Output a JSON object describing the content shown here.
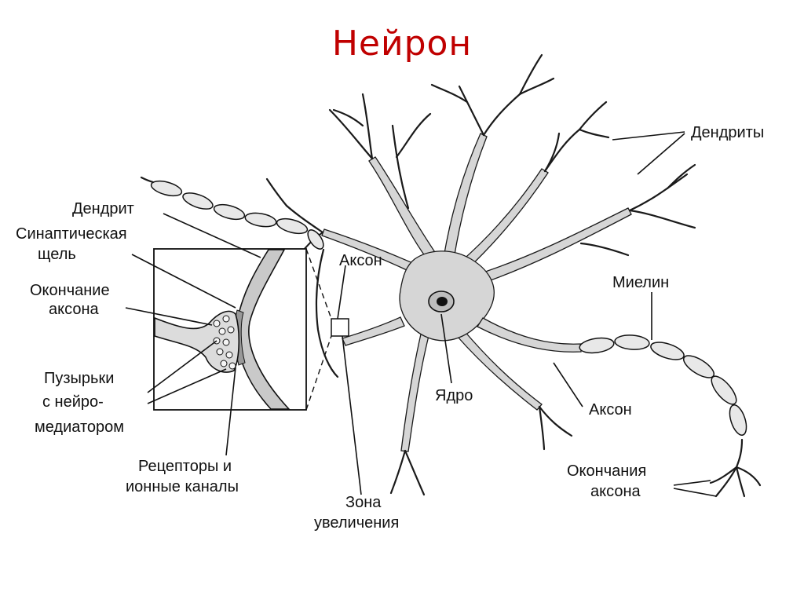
{
  "slide": {
    "title": "Нейрон"
  },
  "labels": {
    "dendrites": "Дендриты",
    "dendrite": "Дендрит",
    "synaptic_cleft_1": "Синаптическая",
    "synaptic_cleft_2": "щель",
    "axon_terminal_1": "Окончание",
    "axon_terminal_2": "аксона",
    "vesicles_1": "Пузырьки",
    "vesicles_2": "с нейро-",
    "vesicles_3": "медиатором",
    "receptors_1": "Рецепторы и",
    "receptors_2": "ионные каналы",
    "axon_top": "Аксон",
    "zone_1": "Зона",
    "zone_2": "увеличения",
    "nucleus": "Ядро",
    "myelin": "Миелин",
    "axon_right": "Аксон",
    "terminals_1": "Окончания",
    "terminals_2": "аксона"
  },
  "colors": {
    "title": "#c00000",
    "cell_fill": "#d6d6d6",
    "outline": "#1a1a1a"
  }
}
